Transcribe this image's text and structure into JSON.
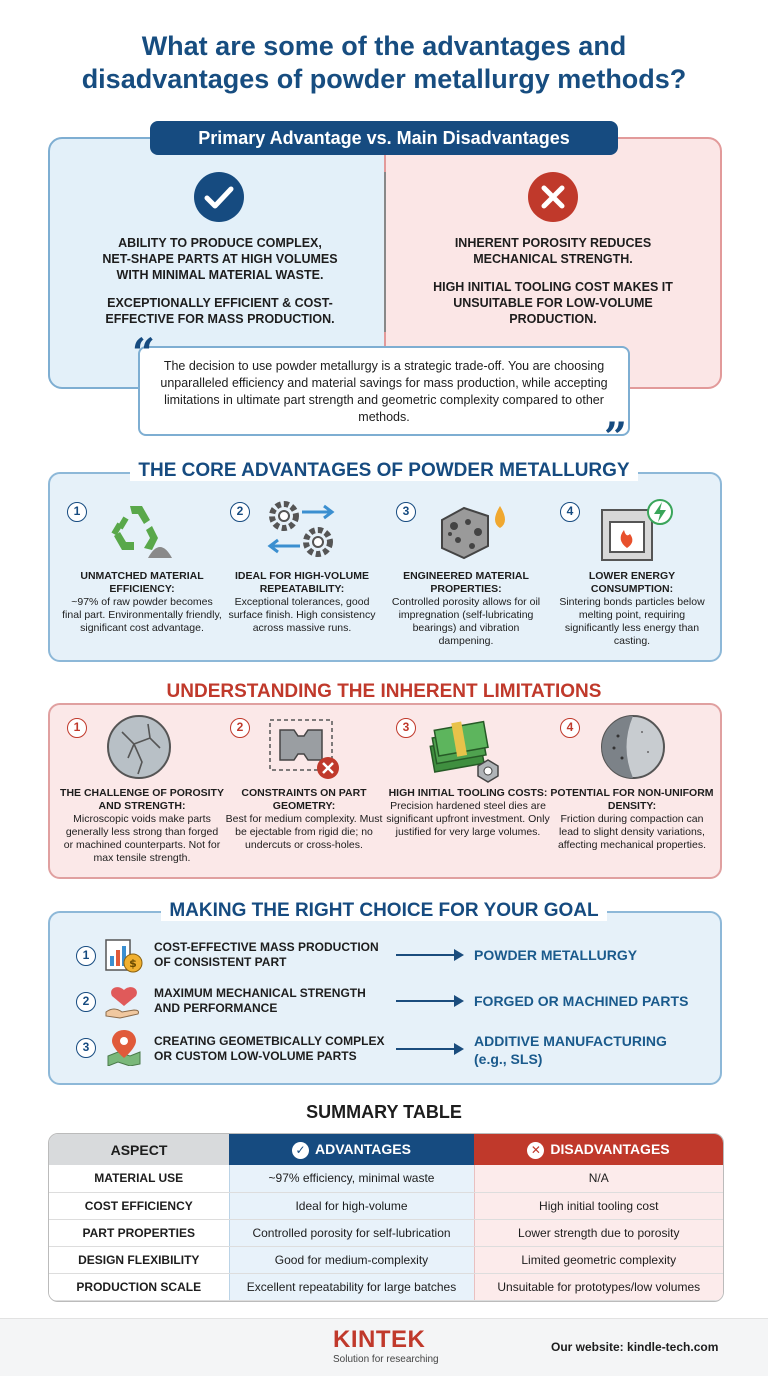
{
  "title_line1": "What are some of the advantages and",
  "title_line2": "disadvantages of powder metallurgy methods?",
  "banner": "Primary Advantage vs. Main Disadvantages",
  "primary": {
    "advantage_1": [
      "ABILITY TO PRODUCE COMPLEX,",
      "NET-SHAPE PARTS AT HIGH VOLUMES",
      "WITH MINIMAL MATERIAL WASTE."
    ],
    "advantage_2": [
      "EXCEPTIONALLY EFFICIENT & COST-",
      "EFFECTIVE FOR MASS PRODUCTION."
    ],
    "disadvantage_1": [
      "INHERENT POROSITY REDUCES",
      "MECHANICAL STRENGTH."
    ],
    "disadvantage_2": [
      "HIGH INITIAL TOOLING COST MAKES IT",
      "UNSUITABLE FOR LOW-VOLUME",
      "PRODUCTION."
    ],
    "quote": "The decision to use powder metallurgy is a strategic trade-off. You are choosing unparalleled efficiency and material savings for mass production, while accepting limitations in ultimate part strength and geometric complexity compared to other methods."
  },
  "advantages": {
    "title": "THE CORE ADVANTAGES OF POWDER METALLURGY",
    "items": [
      {
        "num": "1",
        "heading": "UNMATCHED MATERIAL EFFICIENCY:",
        "body": "~97% of raw powder becomes final part. Environmentally friendly, significant cost advantage.",
        "icon": "recycle-icon"
      },
      {
        "num": "2",
        "heading": "IDEAL FOR HIGH-VOLUME REPEATABILITY:",
        "body": "Exceptional tolerances, good surface finish. High consistency across massive runs.",
        "icon": "gears-icon"
      },
      {
        "num": "3",
        "heading": "ENGINEERED MATERIAL PROPERTIES:",
        "body": "Controlled porosity allows for oil impregnation (self-lubricating bearings) and vibration dampening.",
        "icon": "porous-material-icon"
      },
      {
        "num": "4",
        "heading": "LOWER ENERGY CONSUMPTION:",
        "body": "Sintering bonds particles below melting point, requiring significantly less energy than casting.",
        "icon": "furnace-icon"
      }
    ]
  },
  "limitations": {
    "title": "UNDERSTANDING THE INHERENT LIMITATIONS",
    "items": [
      {
        "num": "1",
        "heading": "THE CHALLENGE OF POROSITY AND STRENGTH:",
        "body": "Microscopic voids make parts generally less strong than forged or machined counterparts. Not for max tensile strength.",
        "icon": "cracked-sphere-icon"
      },
      {
        "num": "2",
        "heading": "CONSTRAINTS ON PART GEOMETRY:",
        "body": "Best for medium complexity. Must be ejectable from rigid die; no undercuts or cross-holes.",
        "icon": "part-geometry-icon"
      },
      {
        "num": "3",
        "heading": "HIGH INITIAL TOOLING COSTS:",
        "body": "Precision hardened steel dies are significant upfront investment. Only justified for very large volumes.",
        "icon": "money-icon"
      },
      {
        "num": "4",
        "heading": "POTENTIAL FOR NON-UNIFORM DENSITY:",
        "body": "Friction during compaction can lead to slight density variations, affecting mechanical properties.",
        "icon": "density-sphere-icon"
      }
    ]
  },
  "choice": {
    "title": "MAKING THE RIGHT CHOICE FOR YOUR GOAL",
    "items": [
      {
        "num": "1",
        "goal_1": "COST-EFFECTIVE MASS PRODUCTION",
        "goal_2": "OF CONSISTENT PART",
        "result_1": "POWDER METALLURGY",
        "result_2": "",
        "icon": "chart-dollar-icon"
      },
      {
        "num": "2",
        "goal_1": "MAXIMUM MECHANICAL STRENGTH",
        "goal_2": "AND PERFORMANCE",
        "result_1": "FORGED OR MACHINED PARTS",
        "result_2": "",
        "icon": "strength-icon"
      },
      {
        "num": "3",
        "goal_1": "CREATING GEOMETBICALLY COMPLEX",
        "goal_2": "OR CUSTOM LOW-VOLUME PARTS",
        "result_1": "ADDITIVE MANUFACTURING",
        "result_2": "(e.g., SLS)",
        "icon": "map-pin-icon"
      }
    ]
  },
  "summary": {
    "title": "SUMMARY TABLE",
    "headers": [
      "ASPECT",
      "ADVANTAGES",
      "DISADVANTAGES"
    ],
    "rows": [
      [
        "MATERIAL USE",
        "~97% efficiency, minimal waste",
        "N/A"
      ],
      [
        "COST EFFICIENCY",
        "Ideal for high-volume",
        "High initial tooling cost"
      ],
      [
        "PART PROPERTIES",
        "Controlled porosity for self-lubrication",
        "Lower strength due to porosity"
      ],
      [
        "DESIGN FLEXIBILITY",
        "Good for medium-complexity",
        "Limited geometric complexity"
      ],
      [
        "PRODUCTION SCALE",
        "Excellent repeatability for large batches",
        "Unsuitable for prototypes/low volumes"
      ]
    ]
  },
  "footer": {
    "brand": "KINTEK",
    "tagline": "Solution for researching",
    "website": "Our website: kindle-tech.com"
  },
  "colors": {
    "primary_blue": "#164b80",
    "accent_red": "#c0392b",
    "light_blue": "#e6f1f9",
    "light_red": "#fbe8e8"
  }
}
